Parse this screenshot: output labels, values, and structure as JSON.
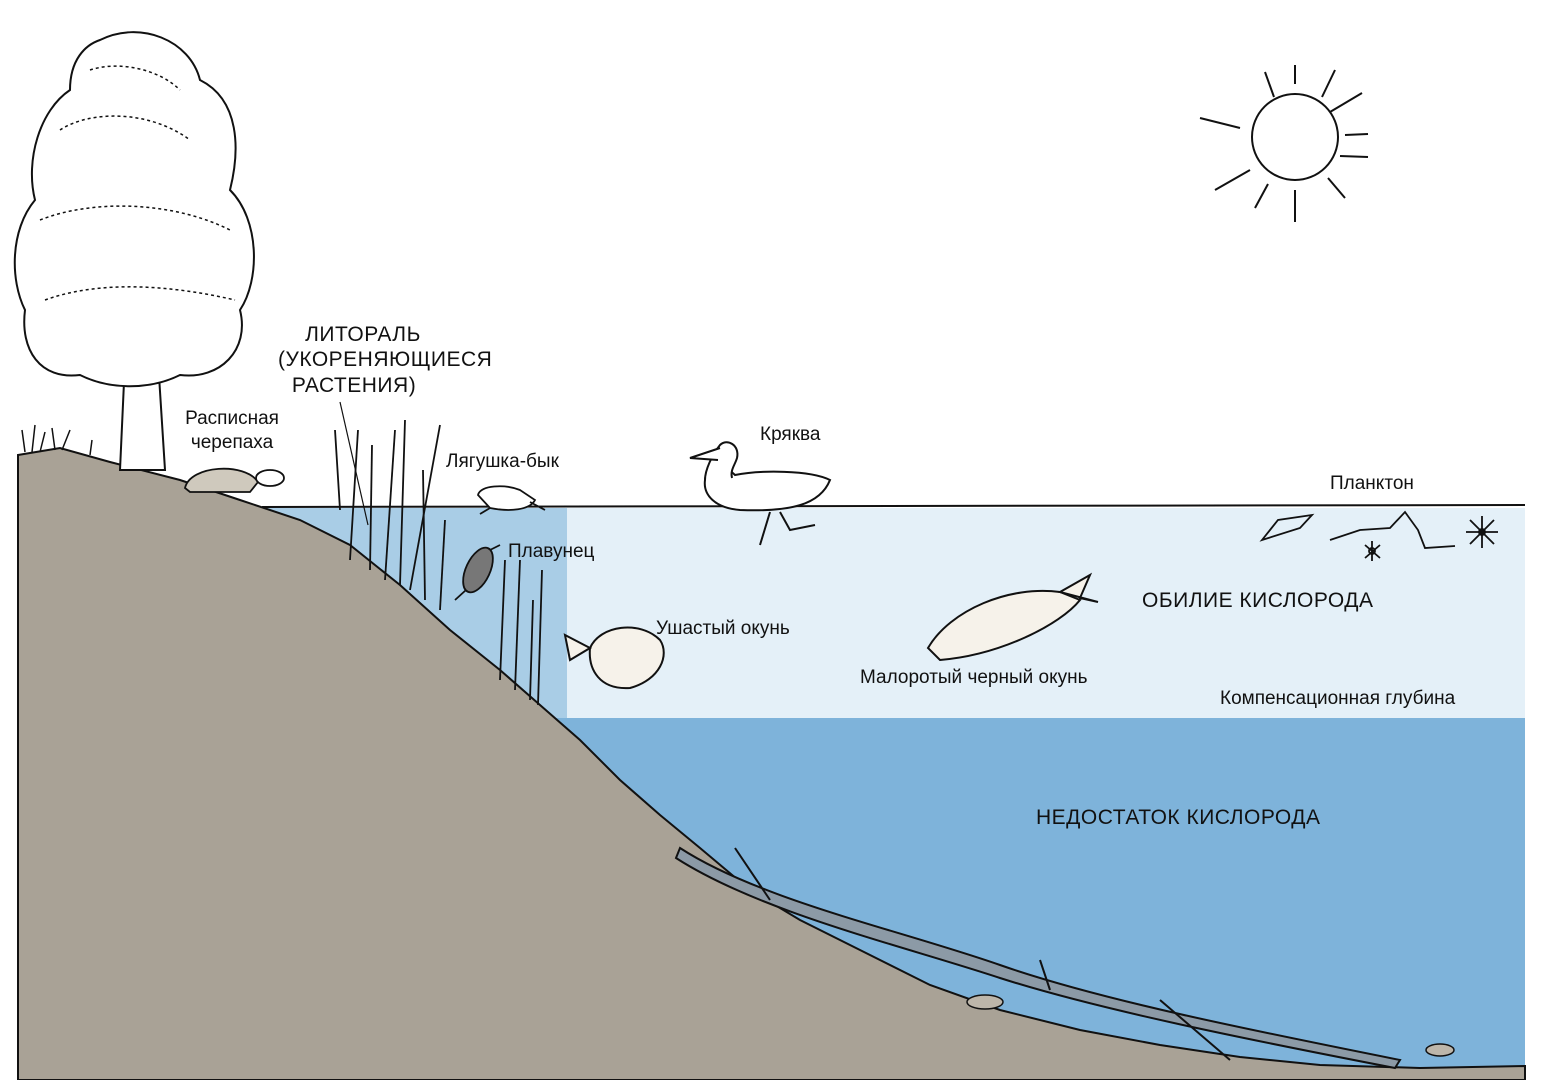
{
  "labels": {
    "littoral_line1": "ЛИТОРАЛЬ",
    "littoral_line2": "(УКОРЕНЯЮЩИЕСЯ",
    "littoral_line3": "РАСТЕНИЯ)",
    "turtle_line1": "Расписная",
    "turtle_line2": "черепаха",
    "frog": "Лягушка-бык",
    "duck": "Кряква",
    "plankton": "Планктон",
    "beetle": "Плавунец",
    "sunfish": "Ушастый окунь",
    "oxygen_rich": "ОБИЛИЕ КИСЛОРОДА",
    "bass": "Малоротый черный окунь",
    "compensation_depth": "Компенсационная глубина",
    "oxygen_poor": "НЕДОСТАТОК КИСЛОРОДА"
  },
  "colors": {
    "shallow_water": "#e4f0f8",
    "deep_water": "#7eb3da",
    "ground": "#a9a296",
    "ink": "#111111"
  }
}
